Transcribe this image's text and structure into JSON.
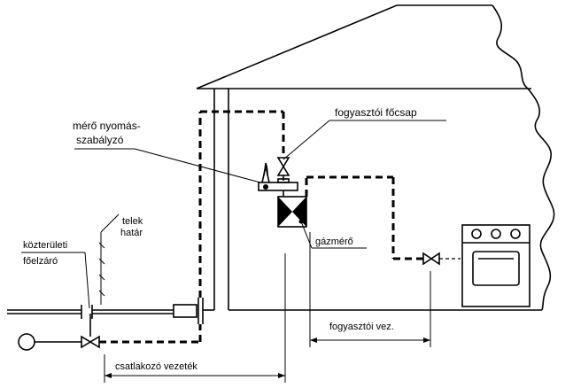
{
  "labels": {
    "meter_regulator_line1": "mérő nyomás-",
    "meter_regulator_line2": "szabályzó",
    "consumer_main_valve": "fogyasztói főcsap",
    "plot_boundary_line1": "telek",
    "plot_boundary_line2": "határ",
    "public_shutoff_line1": "közterületi",
    "public_shutoff_line2": "főelzáró",
    "gas_meter": "gázmérő",
    "consumer_line": "fogyasztói vez.",
    "connection_line": "csatlakozó vezeték"
  }
}
